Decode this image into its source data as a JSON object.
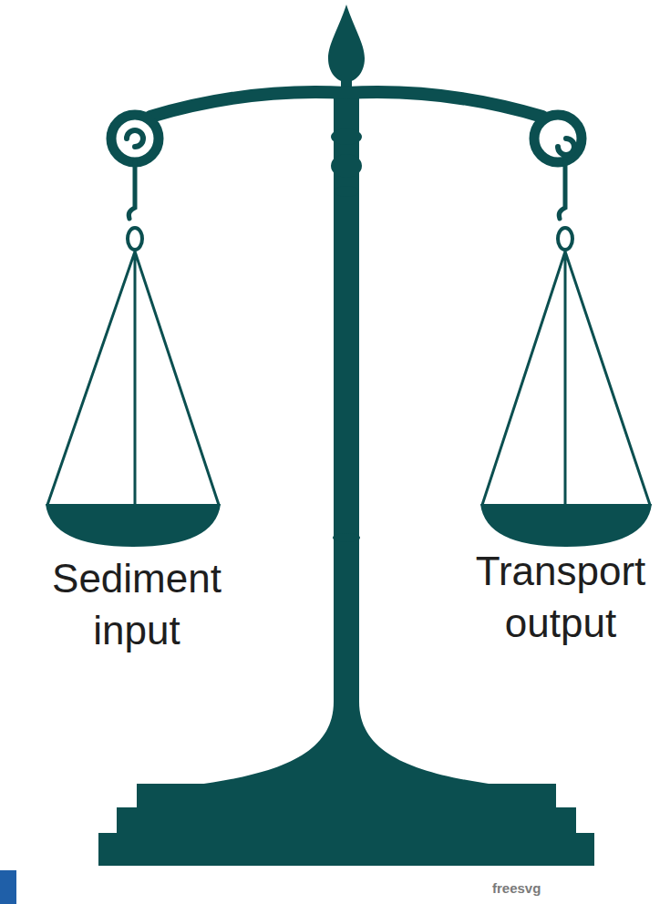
{
  "diagram": {
    "labels": [
      "Sediment input",
      "Transport output",
      "freesvg"
    ]
  }
}
